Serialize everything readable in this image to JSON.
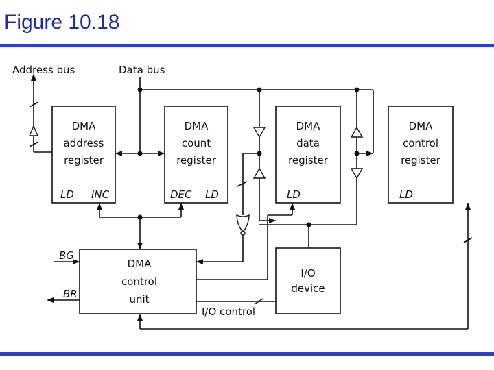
{
  "title": "Figure 10.18",
  "bus_labels": {
    "address": "Address bus",
    "data": "Data bus"
  },
  "blocks": {
    "address_register": {
      "lines": [
        "DMA",
        "address",
        "register"
      ],
      "ld": "LD",
      "inc": "INC"
    },
    "count_register": {
      "lines": [
        "DMA",
        "count",
        "register"
      ],
      "dec": "DEC",
      "ld": "LD"
    },
    "data_register": {
      "lines": [
        "DMA",
        "data",
        "register"
      ],
      "ld": "LD"
    },
    "control_register": {
      "lines": [
        "DMA",
        "control",
        "register"
      ],
      "ld": "LD"
    },
    "control_unit": {
      "lines": [
        "DMA",
        "control",
        "unit"
      ]
    },
    "io_device": {
      "lines": [
        "I/O",
        "device"
      ]
    }
  },
  "signals": {
    "bg": "BG",
    "br": "BR",
    "io_control": "I/O control"
  },
  "colors": {
    "title": "#1f2f9a",
    "rule": "#2c3fd1",
    "ink": "#111111"
  }
}
